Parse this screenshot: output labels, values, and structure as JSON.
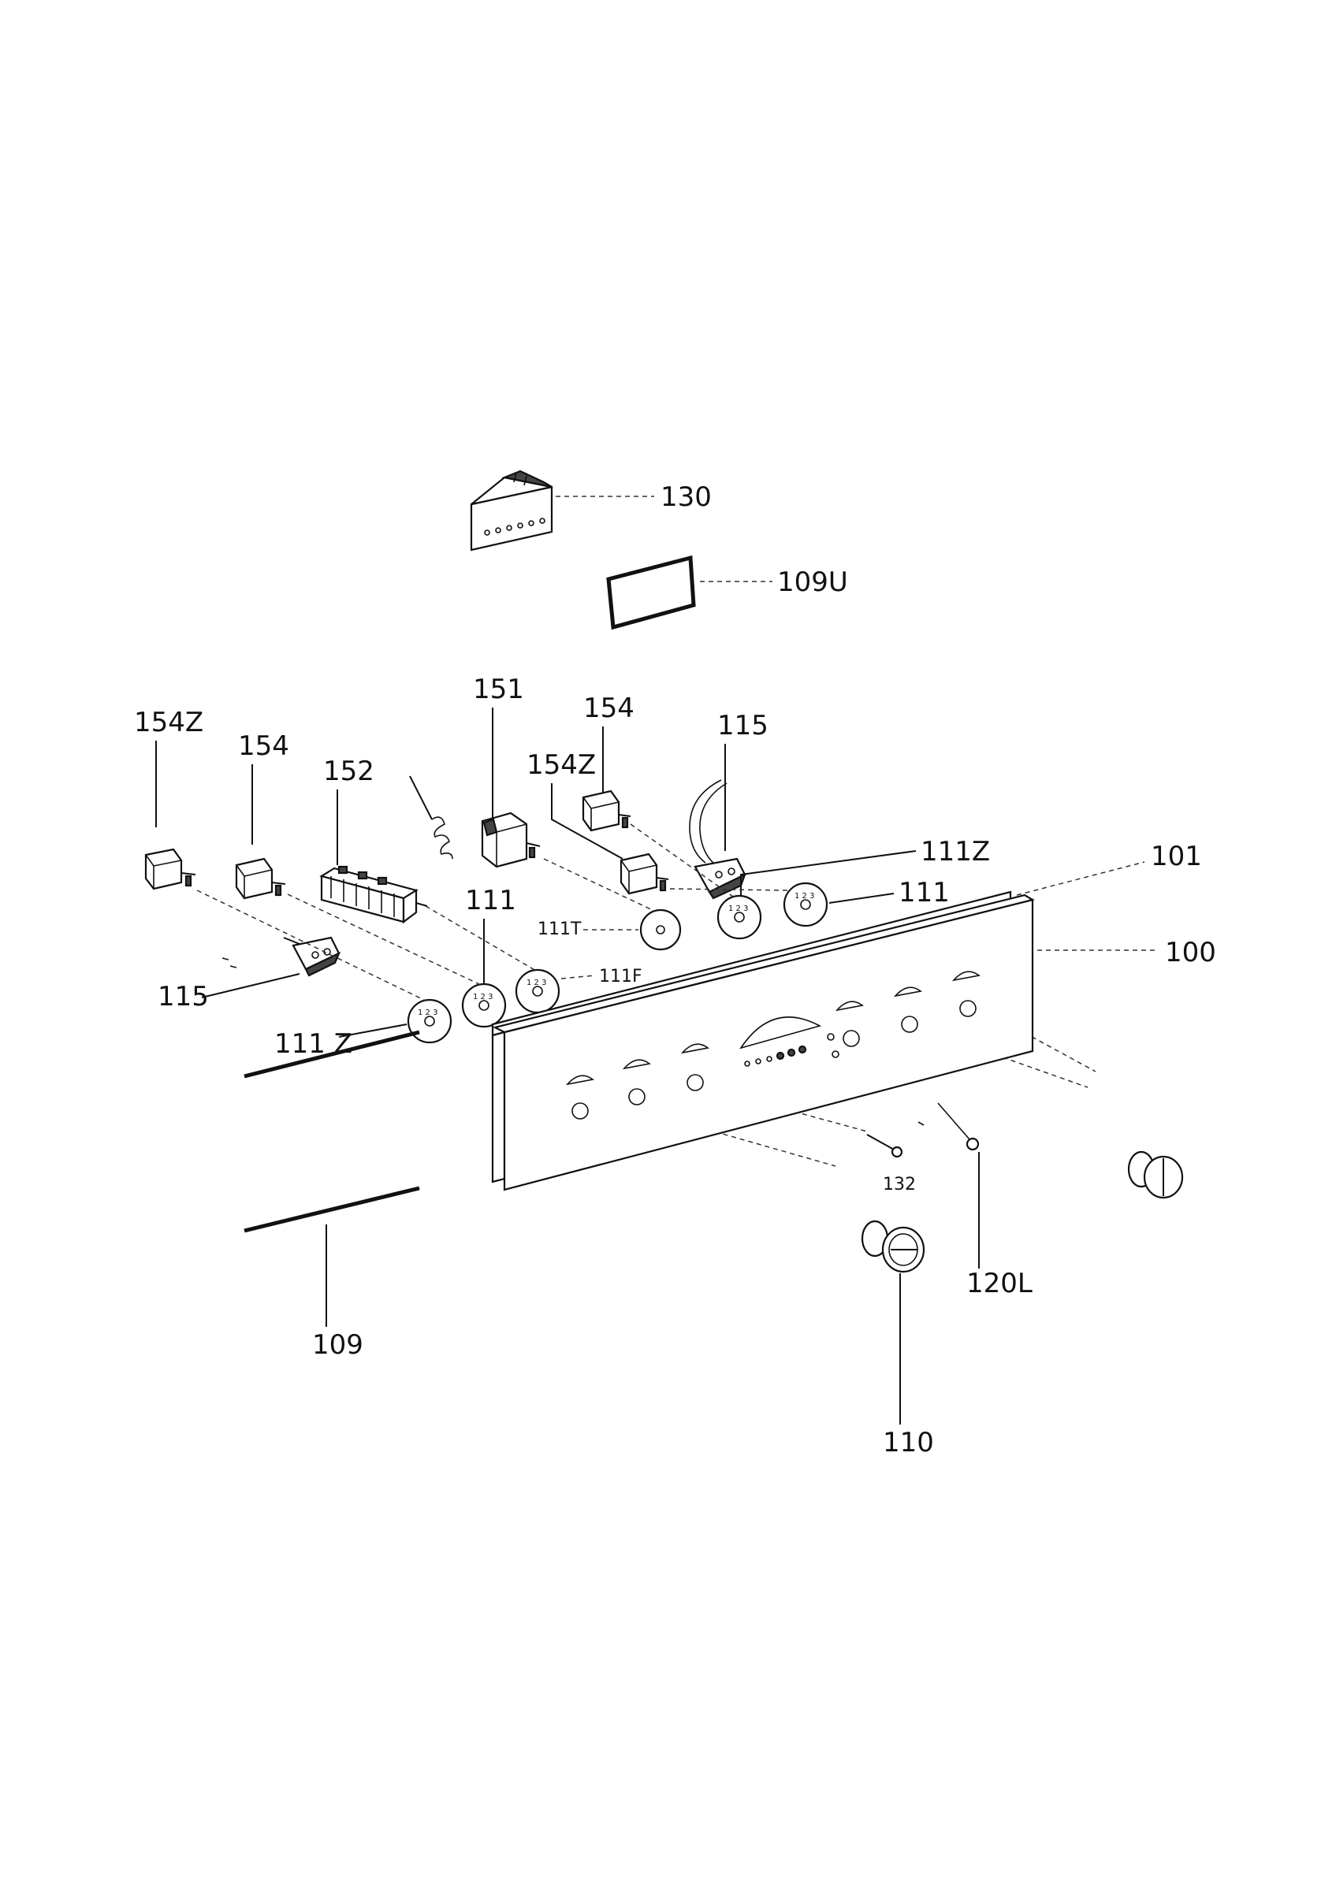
{
  "labels": {
    "l130": "130",
    "l109u": "109U",
    "l151": "151",
    "l154_right": "154",
    "l115_top": "115",
    "l154z_left": "154Z",
    "l154_left": "154",
    "l152": "152",
    "l154z_mid": "154Z",
    "l111z_top": "111Z",
    "l101": "101",
    "l111_left": "111",
    "l111t": "111T",
    "l111_right": "111",
    "l100": "100",
    "l111f": "111F",
    "l115_left": "115",
    "l111z_left": "111 Z",
    "l132": "132",
    "l120l": "120L",
    "l109": "109",
    "l110": "110"
  }
}
